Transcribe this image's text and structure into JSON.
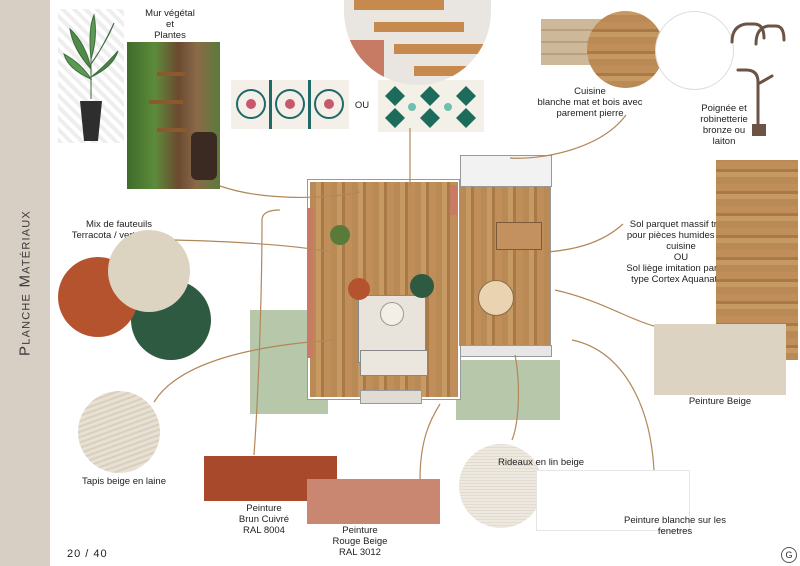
{
  "page": {
    "title": "Planche Matériaux",
    "page_number": "20 / 40",
    "logo_text": "G"
  },
  "labels": {
    "mur_vegetal": "Mur végétal\net\nPlantes",
    "ou1": "OU",
    "cuisine": "Cuisine\nblanche mat et bois avec\nparement  pierre",
    "poignee": "Poignée et\nrobinetterie\nbronze ou\nlaiton",
    "fauteuils": "Mix de fauteuils\nTerracota / vert / beige",
    "sol": "Sol parquet massif traité\npour pièces humides côté\ncuisine\nOU\nSol liège imitation parquet\ntype Cortex Aquanatura",
    "peinture_beige": "Peinture Beige",
    "tapis": "Tapis beige en laine",
    "brun": "Peinture\nBrun Cuivré\nRAL 8004",
    "rouge": "Peinture\nRouge Beige\nRAL 3012",
    "rideaux": "Rideaux en lin beige",
    "blanche": "Peinture blanche sur les\nfenetres"
  },
  "colors": {
    "sidebar": "#d7cfc4",
    "terracotta": "#b5532f",
    "beige": "#ddd3c1",
    "green": "#2d5a40",
    "brun_cuivre": "#a9492b",
    "rouge_beige": "#c98670",
    "peinture_beige": "#dcd3c3",
    "leader_line": "#b3875a",
    "sage": "#b7c7aa"
  }
}
